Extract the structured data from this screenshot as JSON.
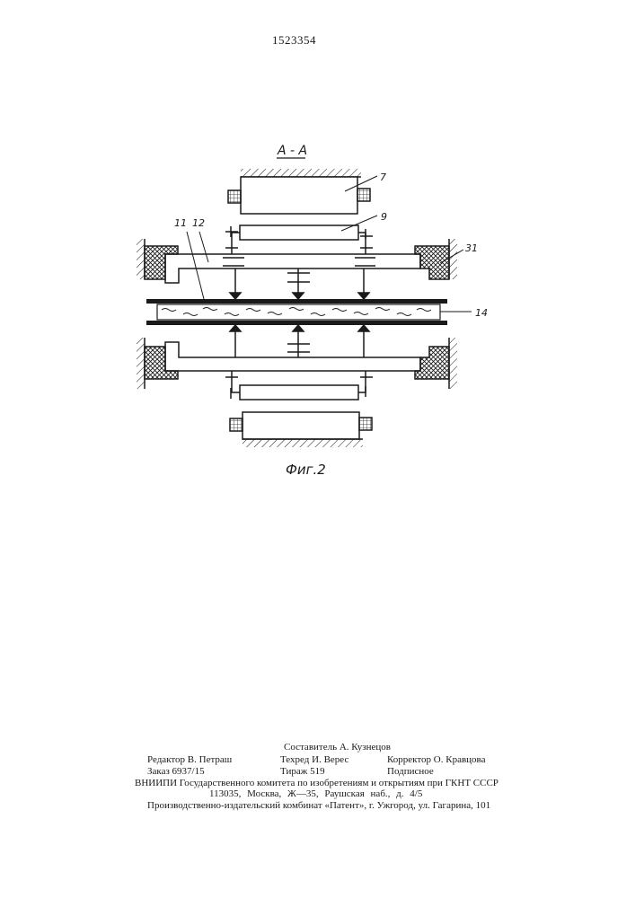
{
  "patent_number": "1523354",
  "drawing": {
    "section_title": "А - А",
    "figure_caption": "Фиг.2",
    "labels": {
      "l7": "7",
      "l9": "9",
      "l11": "11",
      "l12": "12",
      "l31": "31",
      "l14": "14"
    }
  },
  "imprint": {
    "composer": "Составитель А. Кузнецов",
    "editor": "Редактор В. Петраш",
    "techred": "Техред И. Верес",
    "corrector": "Корректор О. Кравцова",
    "order": "Заказ 6937/15",
    "circulation": "Тираж 519",
    "subscription": "Подписное",
    "org_line": "ВНИИПИ Государственного комитета по изобретениям и открытиям при ГКНТ СССР",
    "address_line": "113035, Москва, Ж—35, Раушская наб., д. 4/5",
    "printer_line": "Производственно-издательский комбинат «Патент», г. Ужгород, ул. Гагарина, 101"
  }
}
